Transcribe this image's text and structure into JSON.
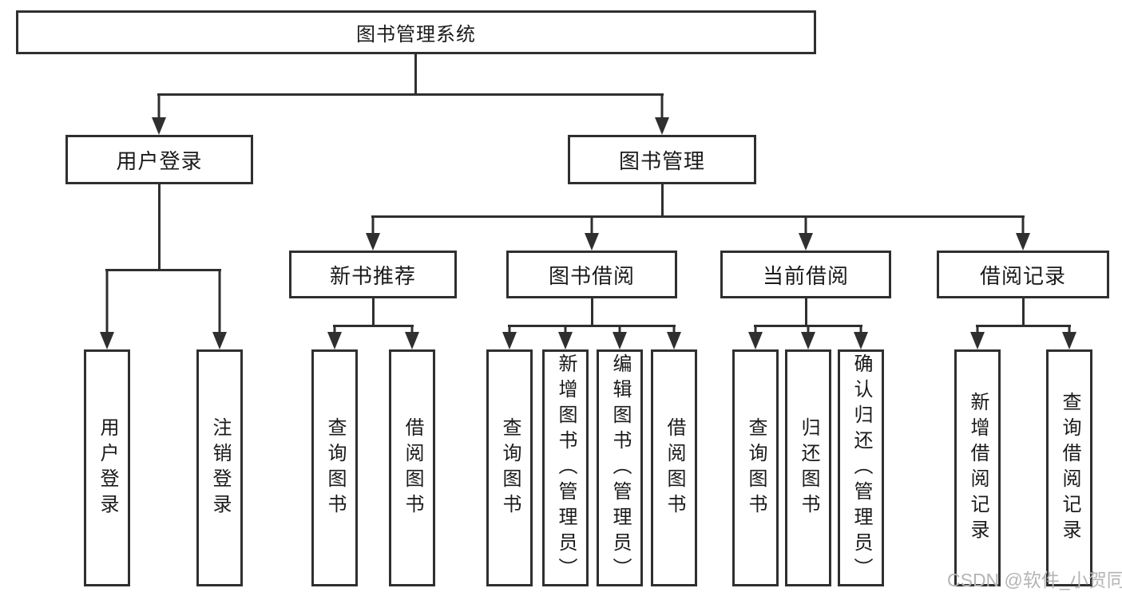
{
  "diagram": {
    "root": {
      "label": "图书管理系统"
    },
    "level1": [
      {
        "label": "用户登录"
      },
      {
        "label": "图书管理"
      }
    ],
    "level2": [
      {
        "label": "新书推荐",
        "parent": "图书管理"
      },
      {
        "label": "图书借阅",
        "parent": "图书管理"
      },
      {
        "label": "当前借阅",
        "parent": "图书管理"
      },
      {
        "label": "借阅记录",
        "parent": "图书管理"
      }
    ],
    "leaves": [
      {
        "label": "用户登录",
        "parent": "用户登录"
      },
      {
        "label": "注销登录",
        "parent": "用户登录"
      },
      {
        "label": "查询图书",
        "parent": "新书推荐"
      },
      {
        "label": "借阅图书",
        "parent": "新书推荐"
      },
      {
        "label": "查询图书",
        "parent": "图书借阅"
      },
      {
        "label": "新增图书（管理员）",
        "parent": "图书借阅"
      },
      {
        "label": "编辑图书（管理员）",
        "parent": "图书借阅"
      },
      {
        "label": "借阅图书",
        "parent": "图书借阅"
      },
      {
        "label": "查询图书",
        "parent": "当前借阅"
      },
      {
        "label": "归还图书",
        "parent": "当前借阅"
      },
      {
        "label": "确认归还（管理员）",
        "parent": "当前借阅"
      },
      {
        "label": "新增借阅记录",
        "parent": "借阅记录"
      },
      {
        "label": "查询借阅记录",
        "parent": "借阅记录"
      }
    ],
    "watermark": "CSDN @软件_小贺同学",
    "colors": {
      "line": "#2f2f2f",
      "text": "#1a1a1a",
      "watermark": "#b5b5b5",
      "background": "#ffffff"
    }
  }
}
